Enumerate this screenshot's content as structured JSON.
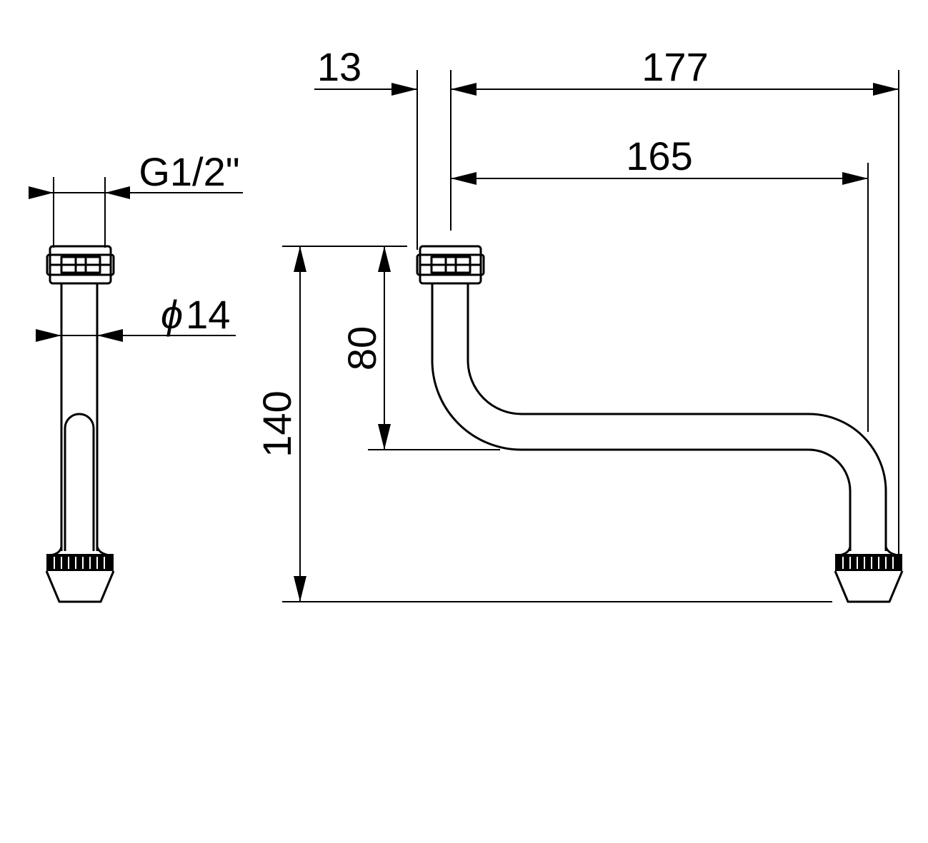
{
  "dimensions": {
    "thread": "G1/2\"",
    "diameter_symbol": "ϕ",
    "diameter_value": "14",
    "offset_13": "13",
    "width_177": "177",
    "width_165": "165",
    "height_80": "80",
    "height_140": "140"
  }
}
